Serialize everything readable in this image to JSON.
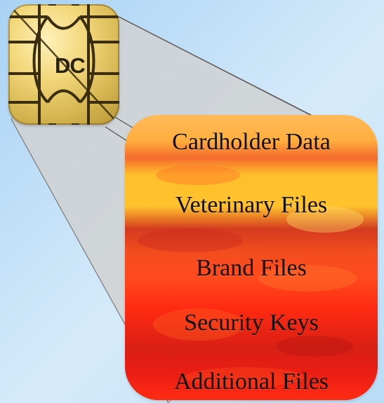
{
  "chip": {
    "label": "DC"
  },
  "files": [
    {
      "label": "Cardholder Data"
    },
    {
      "label": "Veterinary Files"
    },
    {
      "label": "Brand Files"
    },
    {
      "label": "Security Keys"
    },
    {
      "label": "Additional Files"
    }
  ],
  "colors": {
    "background": "#b9dcf6",
    "chip_gold": "#e5c866",
    "connector_gray": "#cfcfcf",
    "band_orange": "#ff9d2c",
    "band_red": "#e62416"
  }
}
